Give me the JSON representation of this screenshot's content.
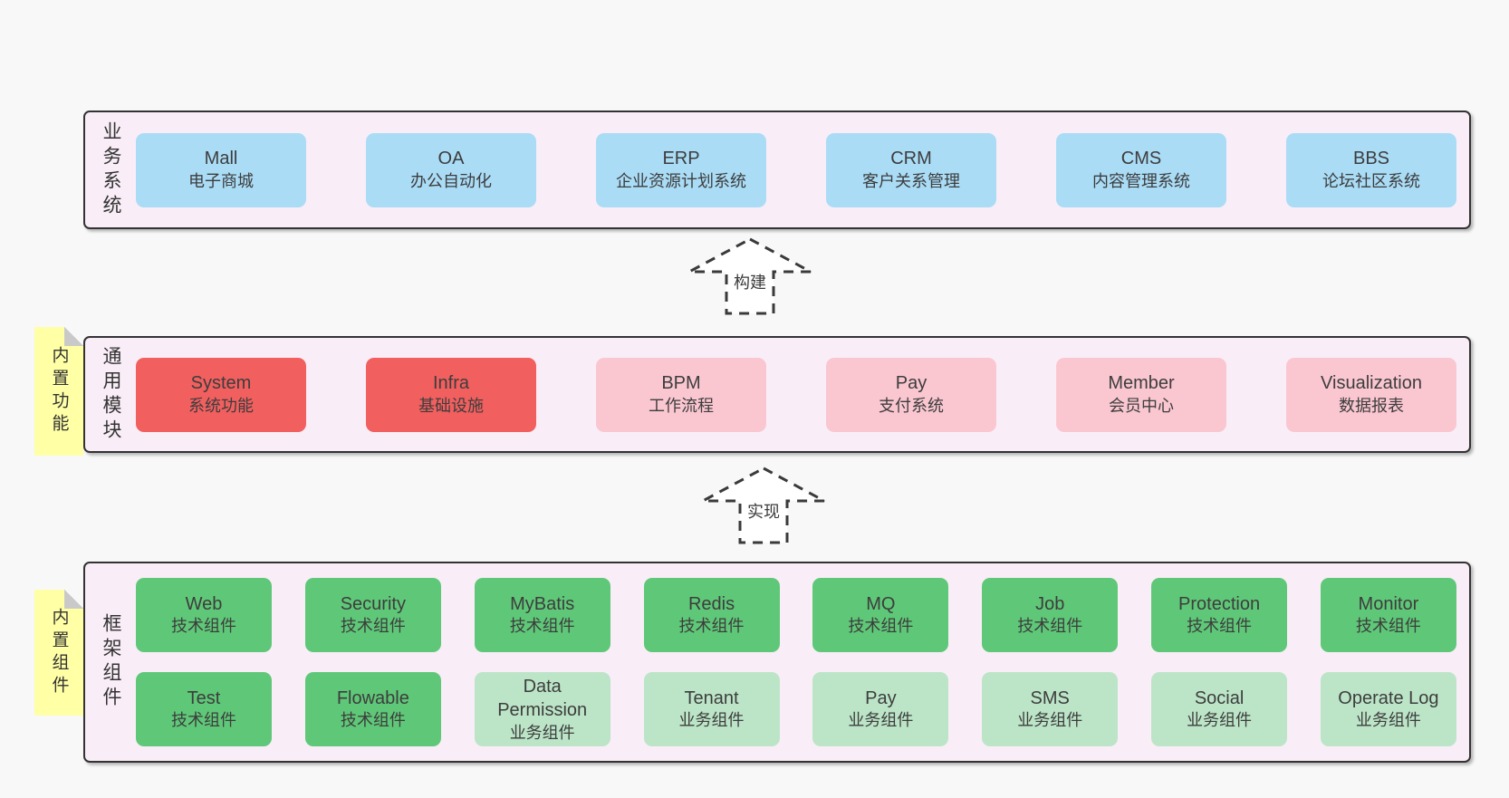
{
  "colors": {
    "page_bg": "#f8f8f8",
    "container_bg": "#f9eef7",
    "container_border": "#333333",
    "blue": "#aadcf6",
    "red": "#f25f5f",
    "pink": "#fac7d1",
    "green": "#5fc878",
    "lightgreen": "#bce5c8",
    "note_yellow": "#ffffa6",
    "note_fold": "#c9c9c9",
    "text": "#3d3d3d"
  },
  "notes": [
    {
      "label": "内置功能"
    },
    {
      "label": "内置组件"
    }
  ],
  "arrows": [
    {
      "label": "构建"
    },
    {
      "label": "实现"
    }
  ],
  "layers": [
    {
      "label": "业务系统",
      "rows": [
        [
          {
            "name": "Mall",
            "desc": "电子商城",
            "color": "blue"
          },
          {
            "name": "OA",
            "desc": "办公自动化",
            "color": "blue"
          },
          {
            "name": "ERP",
            "desc": "企业资源计划系统",
            "color": "blue"
          },
          {
            "name": "CRM",
            "desc": "客户关系管理",
            "color": "blue"
          },
          {
            "name": "CMS",
            "desc": "内容管理系统",
            "color": "blue"
          },
          {
            "name": "BBS",
            "desc": "论坛社区系统",
            "color": "blue"
          }
        ]
      ]
    },
    {
      "label": "通用模块",
      "rows": [
        [
          {
            "name": "System",
            "desc": "系统功能",
            "color": "red"
          },
          {
            "name": "Infra",
            "desc": "基础设施",
            "color": "red"
          },
          {
            "name": "BPM",
            "desc": "工作流程",
            "color": "pink"
          },
          {
            "name": "Pay",
            "desc": "支付系统",
            "color": "pink"
          },
          {
            "name": "Member",
            "desc": "会员中心",
            "color": "pink"
          },
          {
            "name": "Visualization",
            "desc": "数据报表",
            "color": "pink"
          }
        ]
      ]
    },
    {
      "label": "框架组件",
      "rows": [
        [
          {
            "name": "Web",
            "desc": "技术组件",
            "color": "green"
          },
          {
            "name": "Security",
            "desc": "技术组件",
            "color": "green"
          },
          {
            "name": "MyBatis",
            "desc": "技术组件",
            "color": "green"
          },
          {
            "name": "Redis",
            "desc": "技术组件",
            "color": "green"
          },
          {
            "name": "MQ",
            "desc": "技术组件",
            "color": "green"
          },
          {
            "name": "Job",
            "desc": "技术组件",
            "color": "green"
          },
          {
            "name": "Protection",
            "desc": "技术组件",
            "color": "green"
          },
          {
            "name": "Monitor",
            "desc": "技术组件",
            "color": "green"
          }
        ],
        [
          {
            "name": "Test",
            "desc": "技术组件",
            "color": "green"
          },
          {
            "name": "Flowable",
            "desc": "技术组件",
            "color": "green"
          },
          {
            "name": "Data Permission",
            "desc": "业务组件",
            "color": "lightgreen"
          },
          {
            "name": "Tenant",
            "desc": "业务组件",
            "color": "lightgreen"
          },
          {
            "name": "Pay",
            "desc": "业务组件",
            "color": "lightgreen"
          },
          {
            "name": "SMS",
            "desc": "业务组件",
            "color": "lightgreen"
          },
          {
            "name": "Social",
            "desc": "业务组件",
            "color": "lightgreen"
          },
          {
            "name": "Operate Log",
            "desc": "业务组件",
            "color": "lightgreen"
          }
        ]
      ]
    }
  ]
}
